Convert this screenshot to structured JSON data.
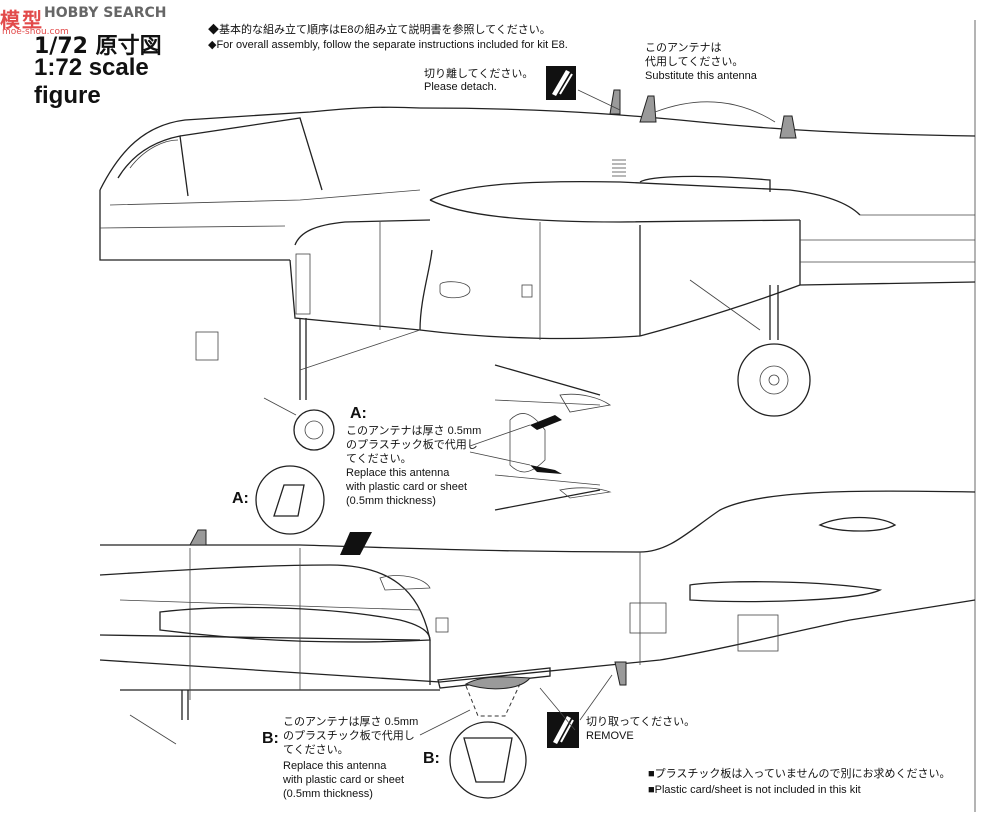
{
  "watermark": {
    "cn": "模型",
    "brand": "HOBBY SEARCH",
    "site": "moe-shou.com"
  },
  "title": {
    "jp": "1/72 原寸図",
    "en_line1": "1:72 scale",
    "en_line2": "figure"
  },
  "header_notes": {
    "line1": "◆基本的な組み立て順序はE8の組み立て説明書を参照してください。",
    "line2": "◆For overall assembly, follow the separate instructions included for kit E8."
  },
  "detach": {
    "jp": "切り離してください。",
    "en": "Please detach."
  },
  "substitute": {
    "jp1": "このアンテナは",
    "jp2": "代用してください。",
    "en": "Substitute this antenna"
  },
  "part_a": {
    "label": "A:",
    "jp1": "このアンテナは厚さ 0.5mm",
    "jp2": "のプラスチック板で代用し",
    "jp3": "てください。",
    "en1": "Replace this antenna",
    "en2": "with plastic card or sheet",
    "en3": "(0.5mm thickness)"
  },
  "part_b": {
    "label": "B:",
    "jp1": "このアンテナは厚さ 0.5mm",
    "jp2": "のプラスチック板で代用し",
    "jp3": "てください。",
    "en1": "Replace this antenna",
    "en2": "with plastic card or sheet",
    "en3": "(0.5mm thickness)"
  },
  "remove": {
    "jp": "切り取ってください。",
    "en": "REMOVE"
  },
  "footer": {
    "jp": "■プラスチック板は入っていませんので別にお求めください。",
    "en": "■Plastic card/sheet is not included in this kit"
  }
}
